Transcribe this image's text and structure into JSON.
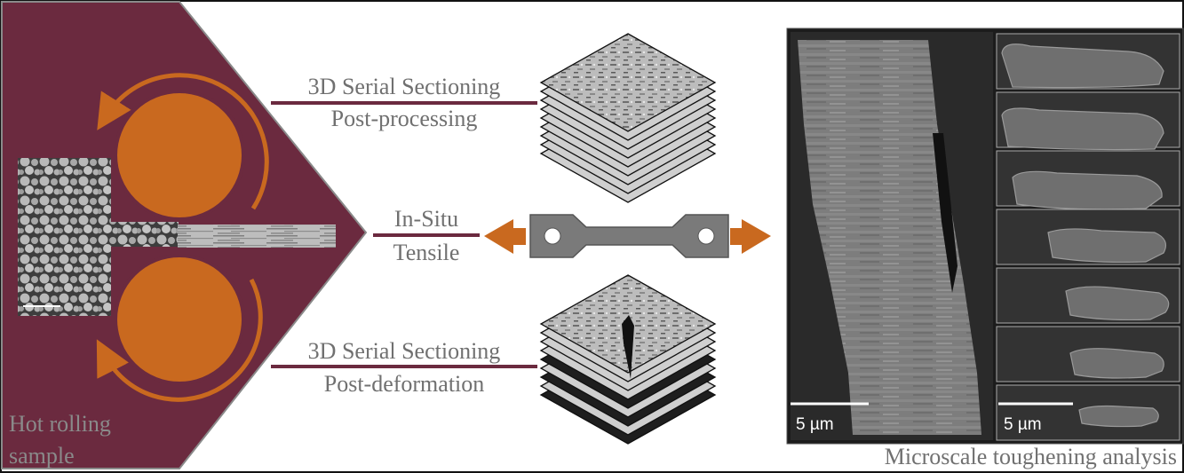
{
  "left_panel": {
    "label_line1": "Hot rolling",
    "label_line2": "sample",
    "fill_color": "#6b2a3f",
    "roller_color": "#c9691f"
  },
  "process_steps": [
    {
      "line1": "3D Serial Sectioning",
      "line2": "Post-processing"
    },
    {
      "line1": "In-Situ",
      "line2": "Tensile"
    },
    {
      "line1": "3D Serial Sectioning",
      "line2": "Post-deformation"
    }
  ],
  "analysis_panel": {
    "caption": "Microscale toughening analysis",
    "scale_bar_left": "5 µm",
    "scale_bar_right": "5 µm"
  },
  "colors": {
    "accent_line": "#6b2a3f",
    "arrow": "#c9691f",
    "specimen": "#7a7a7a",
    "text_gray": "#707070"
  }
}
